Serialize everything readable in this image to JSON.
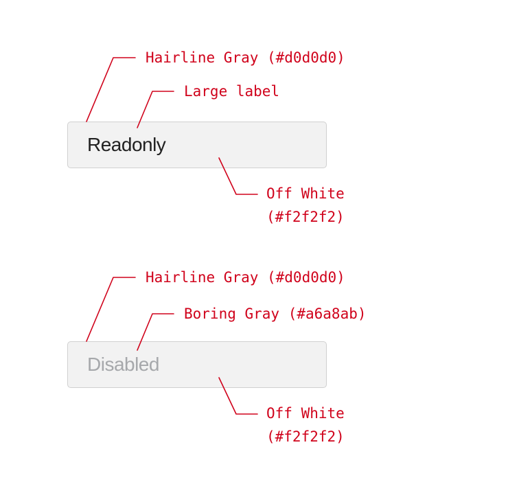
{
  "colors": {
    "annotation": "#d0021b",
    "hairline_gray": "#d0d0d0",
    "off_white": "#f2f2f2",
    "boring_gray": "#a6a8ab",
    "label_dark": "#222222"
  },
  "readonly_example": {
    "field_text": "Readonly",
    "border_note": "Hairline Gray (#d0d0d0)",
    "label_note": "Large label",
    "background_note_line1": "Off White",
    "background_note_line2": "(#f2f2f2)"
  },
  "disabled_example": {
    "field_text": "Disabled",
    "border_note": "Hairline Gray (#d0d0d0)",
    "label_note": "Boring Gray (#a6a8ab)",
    "background_note_line1": "Off White",
    "background_note_line2": "(#f2f2f2)"
  }
}
